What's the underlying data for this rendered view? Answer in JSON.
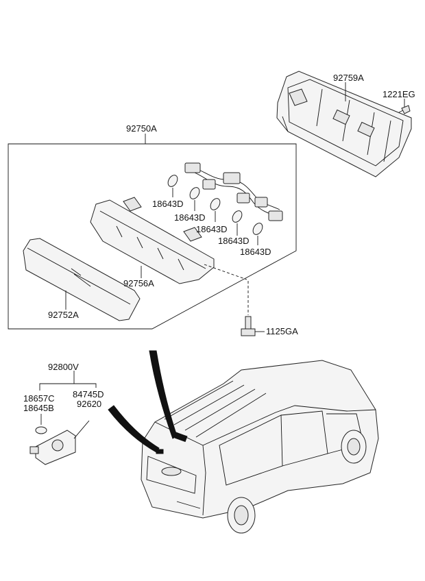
{
  "labels": {
    "p92750A": "92750A",
    "p92759A": "92759A",
    "p1221EG": "1221EG",
    "p18643D_1": "18643D",
    "p18643D_2": "18643D",
    "p18643D_3": "18643D",
    "p18643D_4": "18643D",
    "p18643D_5": "18643D",
    "p92756A": "92756A",
    "p92752A": "92752A",
    "p1125GA": "1125GA",
    "p92800V": "92800V",
    "p18657C": "18657C",
    "p18645B": "18645B",
    "p84745D": "84745D",
    "p92620": "92620"
  }
}
